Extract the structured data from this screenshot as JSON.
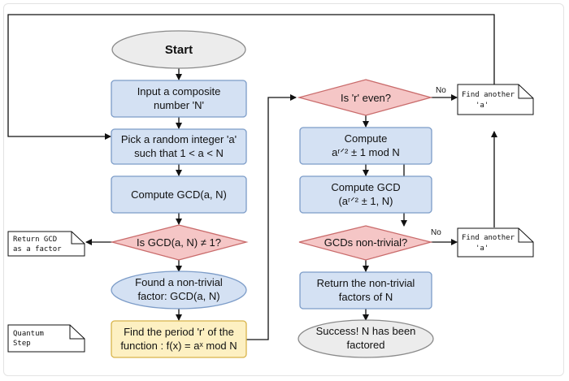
{
  "colors": {
    "blue_fill": "#d4e1f3",
    "blue_stroke": "#7c9cc8",
    "red_fill": "#f5c6c6",
    "red_stroke": "#c96b6b",
    "yellow_fill": "#fdf0c2",
    "yellow_stroke": "#d8b44a",
    "gray_fill": "#ececec",
    "gray_stroke": "#8a8a8a",
    "note_fill": "#ffffff",
    "line": "#111111"
  },
  "nodes": {
    "start": "Start",
    "input": [
      "Input a composite",
      "number 'N'"
    ],
    "pick": [
      "Pick a random integer 'a'",
      "such that 1 < a < N"
    ],
    "gcd": "Compute GCD(a, N)",
    "is_gcd": "Is GCD(a, N) ≠ 1?",
    "found": [
      "Found a non-trivial",
      "factor: GCD(a, N)"
    ],
    "period": [
      "Find the period 'r' of the",
      "function : f(x) = aˣ mod N"
    ],
    "is_even": "Is 'r' even?",
    "compute": [
      "Compute",
      "aʳᐟ² ± 1 mod N"
    ],
    "compute_gcd": [
      "Compute GCD",
      "(aʳᐟ² ± 1, N)"
    ],
    "gcds": "GCDs non-trivial?",
    "return_factors": [
      "Return the non-trivial",
      "factors of N"
    ],
    "success": [
      "Success! N has been",
      "factored"
    ]
  },
  "notes": {
    "return_gcd": [
      "Return GCD",
      "as a factor"
    ],
    "quantum": [
      "Quantum",
      "Step"
    ],
    "find_another_1": [
      "Find another",
      "'a'"
    ],
    "find_another_2": [
      "Find another",
      "'a'"
    ]
  },
  "edge_labels": {
    "no_1": "No",
    "no_2": "No"
  }
}
